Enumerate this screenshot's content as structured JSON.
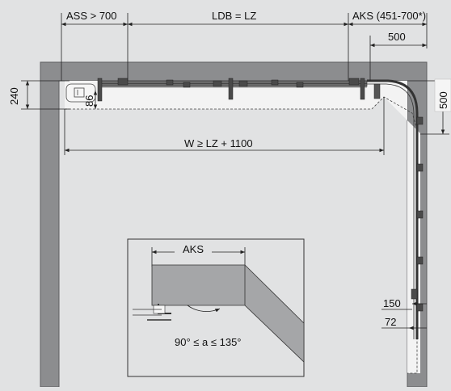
{
  "dimensions": {
    "ass": "ASS > 700",
    "ldb": "LDB = LZ",
    "aks_top": "AKS (451-700*)",
    "d500_top": "500",
    "d500_side": "500",
    "d240": "240",
    "d86": "86",
    "width_formula": "W ≥ LZ + 1100",
    "d150": "150",
    "d72": "72"
  },
  "detail": {
    "aks_label": "AKS",
    "angle_label": "90° ≤ a ≤ 135°"
  },
  "colors": {
    "background": "#e1e2e3",
    "wall": "#8c8d8f",
    "inner_zone": "#f3f3f3",
    "rail": "#4a4a4a"
  }
}
